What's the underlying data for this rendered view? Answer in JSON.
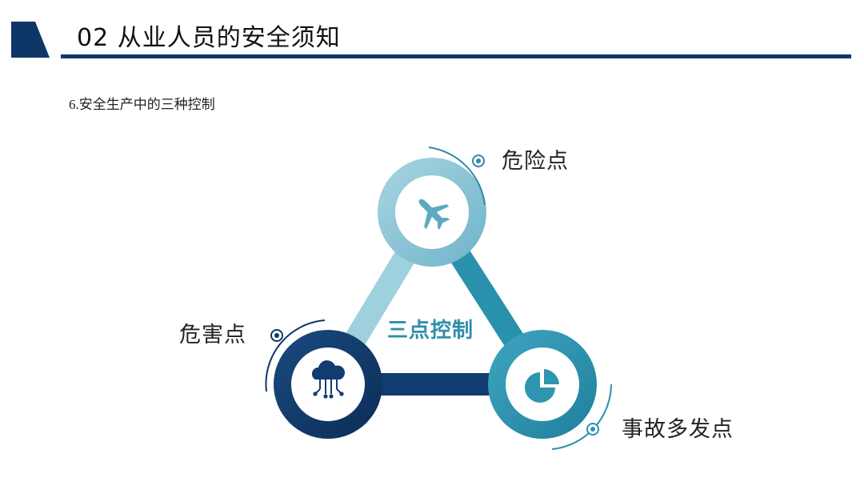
{
  "header": {
    "title": "02  从业人员的安全须知",
    "color": "#0e3768"
  },
  "section": {
    "number": "6.",
    "title": "安全生产中的三种控制"
  },
  "diagram": {
    "center_label": "三点控制",
    "nodes": [
      {
        "label": "危险点",
        "icon": "airplane-icon",
        "color": "#8ec6d6"
      },
      {
        "label": "危害点",
        "icon": "cloud-network-icon",
        "color": "#0e3768"
      },
      {
        "label": "事故多发点",
        "icon": "pie-chart-icon",
        "color": "#2e95b0"
      }
    ]
  }
}
